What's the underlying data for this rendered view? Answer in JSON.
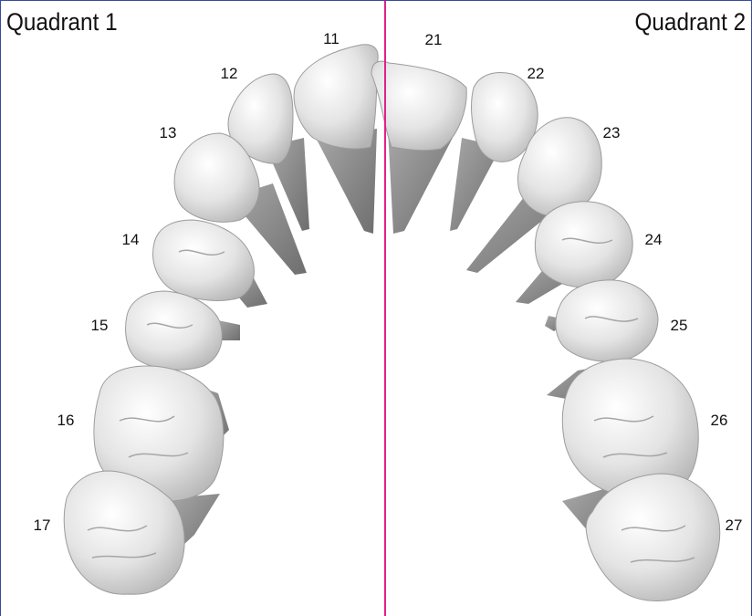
{
  "quadrants": {
    "left": "Quadrant 1",
    "right": "Quadrant 2"
  },
  "teeth_labels": {
    "t11": "11",
    "t12": "12",
    "t13": "13",
    "t14": "14",
    "t15": "15",
    "t16": "16",
    "t17": "17",
    "t21": "21",
    "t22": "22",
    "t23": "23",
    "t24": "24",
    "t25": "25",
    "t26": "26",
    "t27": "27"
  },
  "colors": {
    "midline": "#e0218a",
    "frame": "#3a4a9a",
    "tooth": "#e6e6e6",
    "root": "#8a8a8a"
  }
}
